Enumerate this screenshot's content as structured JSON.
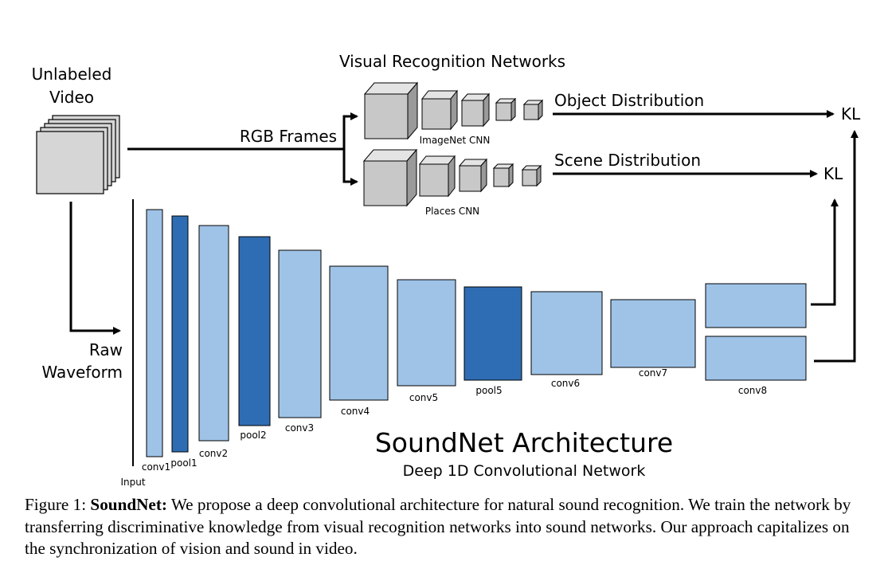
{
  "input": {
    "title_line1": "Unlabeled",
    "title_line2": "Video",
    "waveform_line1": "Raw",
    "waveform_line2": "Waveform"
  },
  "vision": {
    "title": "Visual Recognition Networks",
    "rgb_label": "RGB Frames",
    "imagenet_label": "ImageNet CNN",
    "places_label": "Places CNN",
    "object_label": "Object Distribution",
    "scene_label": "Scene Distribution",
    "kl_label": "KL"
  },
  "soundnet": {
    "title": "SoundNet Architecture",
    "subtitle": "Deep 1D Convolutional Network",
    "input_label": "Input",
    "layers": [
      {
        "name": "conv1",
        "kind": "conv"
      },
      {
        "name": "pool1",
        "kind": "pool"
      },
      {
        "name": "conv2",
        "kind": "conv"
      },
      {
        "name": "pool2",
        "kind": "pool"
      },
      {
        "name": "conv3",
        "kind": "conv"
      },
      {
        "name": "conv4",
        "kind": "conv"
      },
      {
        "name": "conv5",
        "kind": "conv"
      },
      {
        "name": "pool5",
        "kind": "pool"
      },
      {
        "name": "conv6",
        "kind": "conv"
      },
      {
        "name": "conv7",
        "kind": "conv"
      },
      {
        "name": "conv8",
        "kind": "conv"
      }
    ]
  },
  "colors": {
    "conv": "#9fc3e7",
    "pool": "#2e6db3",
    "cube": "#c8c8c8"
  },
  "caption": {
    "prefix": "Figure 1: ",
    "bold": "SoundNet:",
    "text": " We propose a deep convolutional architecture for natural sound recognition. We train the network by transferring discriminative knowledge from visual recognition networks into sound networks. Our approach capitalizes on the synchronization of vision and sound in video."
  }
}
